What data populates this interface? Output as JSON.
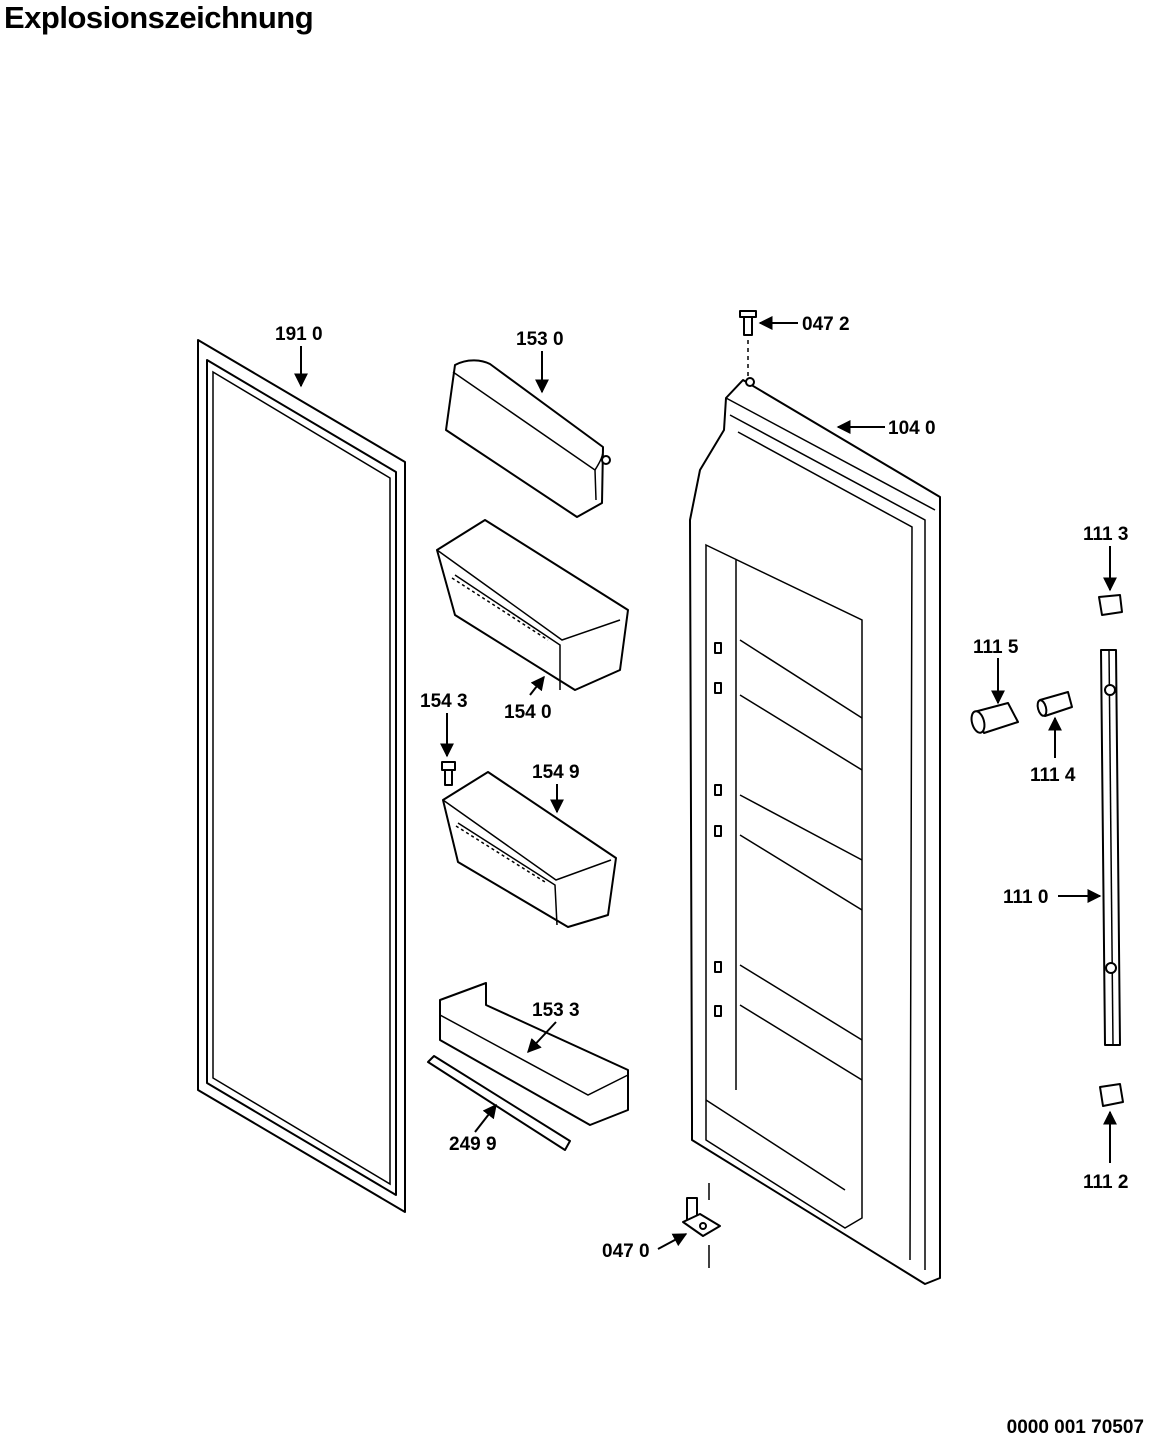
{
  "title": "Explosionszeichnung",
  "document_number": "0000 001 70507",
  "part_labels": {
    "p1910": "191 0",
    "p1530": "153 0",
    "p0472": "047 2",
    "p1040": "104 0",
    "p1113": "111 3",
    "p1115": "111 5",
    "p1543": "154 3",
    "p1540": "154 0",
    "p1549": "154 9",
    "p1114": "111 4",
    "p1110": "111 0",
    "p1533": "153 3",
    "p2499": "249 9",
    "p0470": "047 0",
    "p1112": "111 2"
  }
}
